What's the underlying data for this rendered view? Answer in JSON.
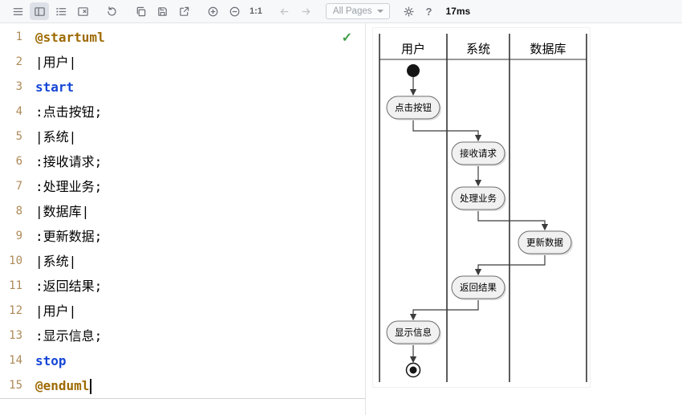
{
  "toolbar": {
    "icons": [
      "menu-icon",
      "split-view-icon",
      "outline-list-icon",
      "close-preview-icon",
      "refresh-icon",
      "copy-icon",
      "save-icon",
      "open-external-icon",
      "zoom-in-icon",
      "zoom-out-icon",
      "zoom-actual-size-button",
      "page-previous-icon",
      "page-next-icon",
      "pages-dropdown",
      "settings-gear-icon",
      "help-icon"
    ],
    "zoom_actual_label": "1:1",
    "pages_dropdown": {
      "value": "All Pages"
    },
    "help_label": "?",
    "render_time": "17ms"
  },
  "editor": {
    "status_icon": "✓",
    "lines": [
      {
        "num": "1",
        "tokens": [
          {
            "type": "meta",
            "text": "@startuml"
          }
        ]
      },
      {
        "num": "2",
        "tokens": [
          {
            "type": "plain",
            "text": "|用户|"
          }
        ]
      },
      {
        "num": "3",
        "tokens": [
          {
            "type": "keyword",
            "text": "start"
          }
        ]
      },
      {
        "num": "4",
        "tokens": [
          {
            "type": "plain",
            "text": ":点击按钮;"
          }
        ]
      },
      {
        "num": "5",
        "tokens": [
          {
            "type": "plain",
            "text": "|系统|"
          }
        ]
      },
      {
        "num": "6",
        "tokens": [
          {
            "type": "plain",
            "text": ":接收请求;"
          }
        ]
      },
      {
        "num": "7",
        "tokens": [
          {
            "type": "plain",
            "text": ":处理业务;"
          }
        ]
      },
      {
        "num": "8",
        "tokens": [
          {
            "type": "plain",
            "text": "|数据库|"
          }
        ]
      },
      {
        "num": "9",
        "tokens": [
          {
            "type": "plain",
            "text": ":更新数据;"
          }
        ]
      },
      {
        "num": "10",
        "tokens": [
          {
            "type": "plain",
            "text": "|系统|"
          }
        ]
      },
      {
        "num": "11",
        "tokens": [
          {
            "type": "plain",
            "text": ":返回结果;"
          }
        ]
      },
      {
        "num": "12",
        "tokens": [
          {
            "type": "plain",
            "text": "|用户|"
          }
        ]
      },
      {
        "num": "13",
        "tokens": [
          {
            "type": "plain",
            "text": ":显示信息;"
          }
        ]
      },
      {
        "num": "14",
        "tokens": [
          {
            "type": "keyword",
            "text": "stop"
          }
        ]
      },
      {
        "num": "15",
        "tokens": [
          {
            "type": "meta",
            "text": "@enduml"
          }
        ],
        "caret": true
      }
    ]
  },
  "preview": {
    "diagram_type": "activity-swimlane",
    "lanes": [
      {
        "label": "用户"
      },
      {
        "label": "系统"
      },
      {
        "label": "数据库"
      }
    ],
    "activities": [
      {
        "label": "点击按钮",
        "lane": "用户"
      },
      {
        "label": "接收请求",
        "lane": "系统"
      },
      {
        "label": "处理业务",
        "lane": "系统"
      },
      {
        "label": "更新数据",
        "lane": "数据库"
      },
      {
        "label": "返回结果",
        "lane": "系统"
      },
      {
        "label": "显示信息",
        "lane": "用户"
      }
    ],
    "flow": [
      "start",
      "点击按钮",
      "接收请求",
      "处理业务",
      "更新数据",
      "返回结果",
      "显示信息",
      "stop"
    ]
  }
}
